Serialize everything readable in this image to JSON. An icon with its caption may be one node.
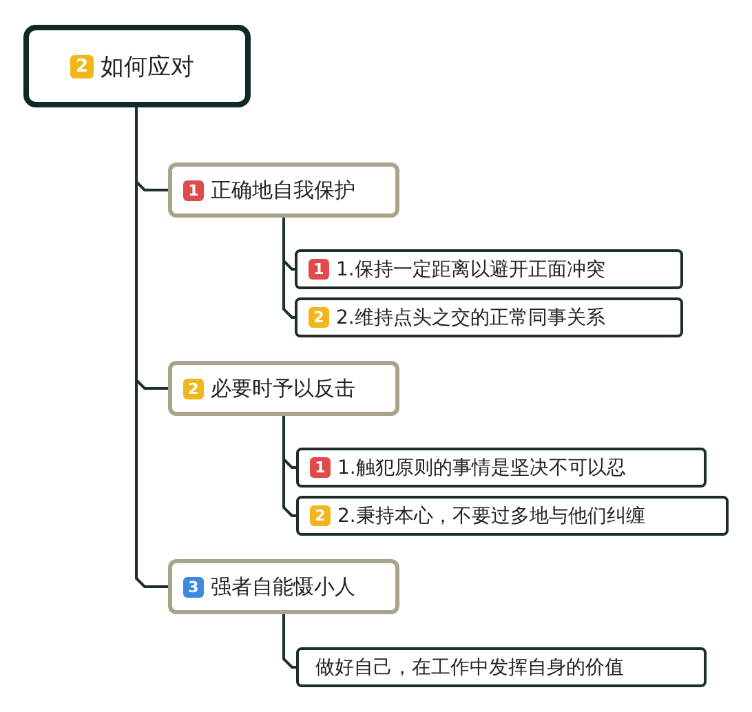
{
  "diagram": {
    "nodes": [
      {
        "text": [
          "2",
          "如何应对"
        ]
      },
      {
        "text": [
          "1",
          "正确地自我保护"
        ]
      },
      {
        "text": [
          "1",
          "1.保持一定距离以避开正面冲突"
        ]
      },
      {
        "text": [
          "2",
          "2.维持点头之交的正常同事关系"
        ]
      },
      {
        "text": [
          "2",
          "必要时予以反击"
        ]
      },
      {
        "text": [
          "1",
          "1.触犯原则的事情是坚决不可以忍"
        ]
      },
      {
        "text": [
          "2",
          "2.秉持本心，不要过多地与他们纠缠"
        ]
      },
      {
        "text": [
          "3",
          "强者自能慑小人"
        ]
      },
      {
        "text": [
          "做好自己，在工作中发挥自身的价值"
        ]
      }
    ],
    "edges": [
      {
        "from": 0,
        "to": 1,
        "arrow": "none"
      },
      {
        "from": 0,
        "to": 4,
        "arrow": "none"
      },
      {
        "from": 0,
        "to": 7,
        "arrow": "none"
      },
      {
        "from": 1,
        "to": 2,
        "arrow": "none"
      },
      {
        "from": 1,
        "to": 3,
        "arrow": "none"
      },
      {
        "from": 4,
        "to": 5,
        "arrow": "none"
      },
      {
        "from": 4,
        "to": 6,
        "arrow": "none"
      },
      {
        "from": 7,
        "to": 8,
        "arrow": "none"
      }
    ]
  }
}
